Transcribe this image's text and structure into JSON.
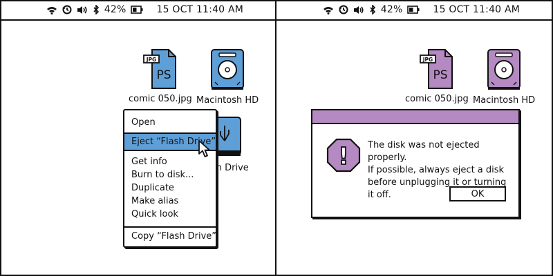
{
  "colors": {
    "accent_blue": "#5f9fd7",
    "accent_purple": "#b58ac3",
    "ink": "#111111"
  },
  "status_bar": {
    "battery_percent": "42%",
    "datetime": "15 OCT 11:40 AM",
    "icons": [
      "wifi-icon",
      "history-icon",
      "volume-icon",
      "bluetooth-icon",
      "battery-icon"
    ]
  },
  "left_panel": {
    "desktop_icons": [
      {
        "label": "comic 050.jpg",
        "icon": "jpg-file-icon",
        "badge": "JPG",
        "glyph": "PS"
      },
      {
        "label": "Macintosh HD",
        "icon": "hard-drive-icon"
      },
      {
        "label": "sh Drive",
        "icon": "flash-drive-icon"
      }
    ],
    "context_menu": {
      "items": [
        "Open",
        "Eject “Flash Drive”",
        "Get info",
        "Burn to disk...",
        "Duplicate",
        "Make alias",
        "Quick look",
        "Copy “Flash Drive”"
      ],
      "highlighted_index": 1
    }
  },
  "right_panel": {
    "desktop_icons": [
      {
        "label": "comic 050.jpg",
        "icon": "jpg-file-icon",
        "badge": "JPG",
        "glyph": "PS"
      },
      {
        "label": "Macintosh HD",
        "icon": "hard-drive-icon"
      }
    ],
    "dialog": {
      "message_lines": [
        "The disk was not ejected properly.",
        "If possible, always eject a disk",
        "before unplugging it or turning",
        "it off."
      ],
      "ok_label": "OK",
      "icon": "warning-icon",
      "icon_glyph": "!"
    }
  }
}
